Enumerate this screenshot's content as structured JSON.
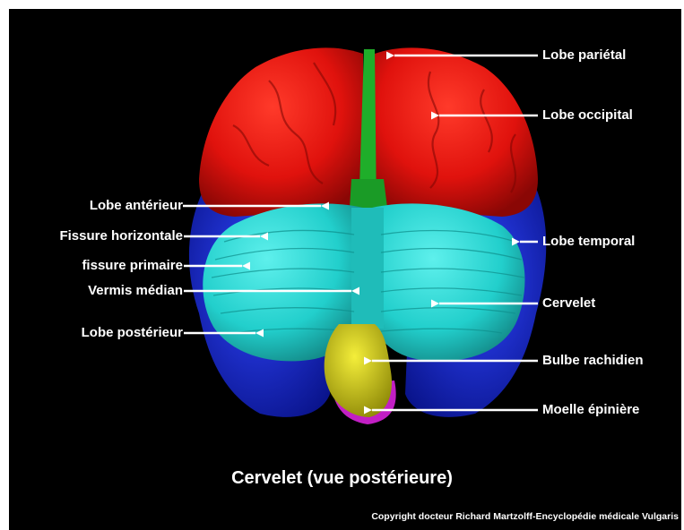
{
  "figure": {
    "caption": "Cervelet (vue postérieure)",
    "copyright": "Copyright docteur Richard Martzolff-Encyclopédie médicale Vulgaris"
  },
  "labels": {
    "left": [
      "Lobe antérieur",
      "Fissure horizontale",
      "fissure primaire",
      "Vermis médian",
      "Lobe postérieur"
    ],
    "right": [
      "Lobe pariétal",
      "Lobe occipital",
      "Lobe temporal",
      "Cervelet",
      "Bulbe rachidien",
      "Moelle épinière"
    ]
  },
  "colors": {
    "background": "#000000",
    "cerebrum": "#e8140f",
    "temporal": "#1426e0",
    "cerebellum": "#22d2cf",
    "brainstem": "#d8d21a",
    "midline": "#1fae2a",
    "spinal_cord": "#c21fc4",
    "text": "#ffffff"
  }
}
